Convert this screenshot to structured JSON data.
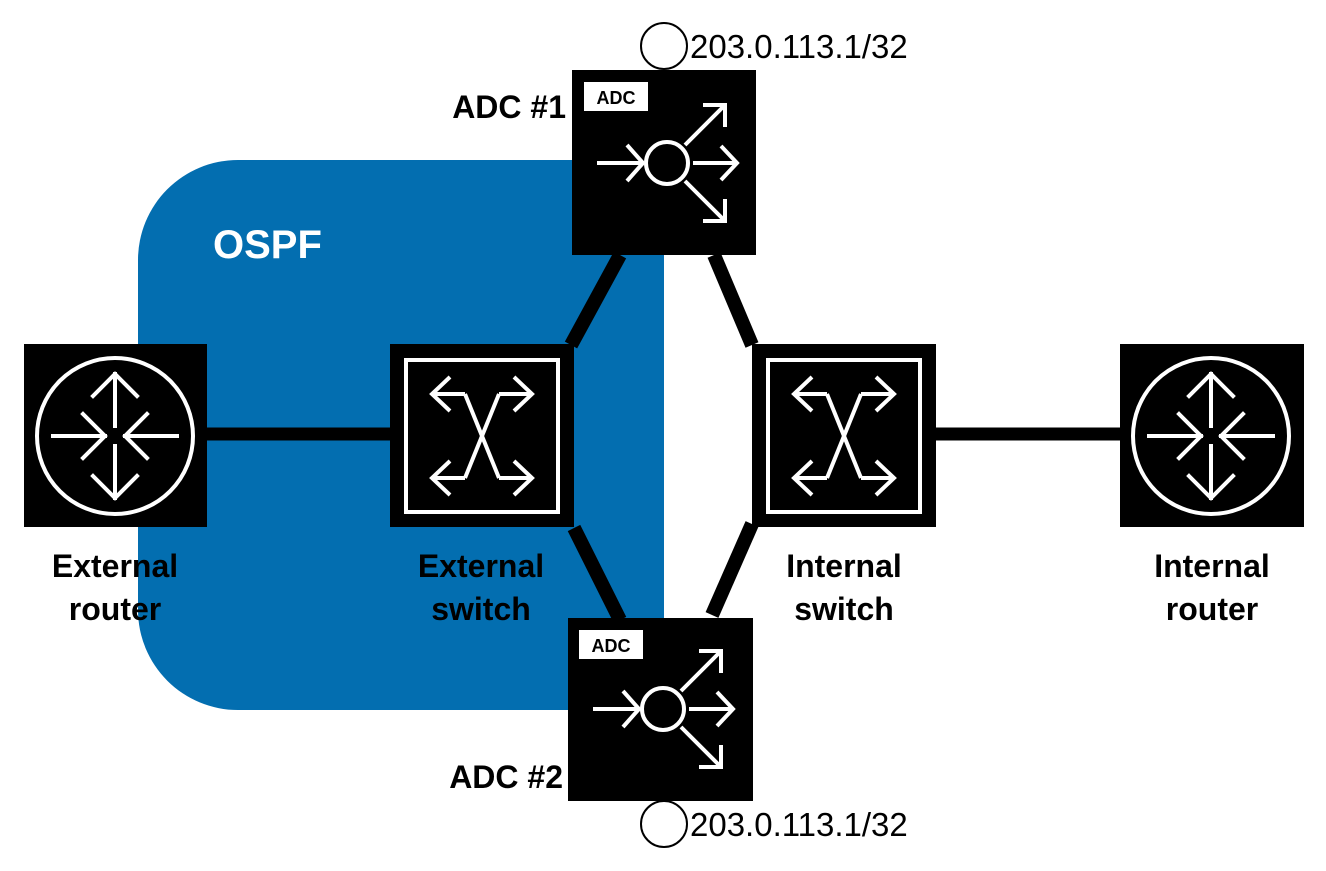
{
  "colors": {
    "ospf_region": "#036EB0",
    "device": "#000000",
    "glyph": "#ffffff",
    "link": "#000000"
  },
  "ospf": {
    "label": "OSPF"
  },
  "devices": {
    "external_router": {
      "line1": "External",
      "line2": "router",
      "icon": "router-icon"
    },
    "external_switch": {
      "line1": "External",
      "line2": "switch",
      "icon": "switch-icon"
    },
    "internal_switch": {
      "line1": "Internal",
      "line2": "switch",
      "icon": "switch-icon"
    },
    "internal_router": {
      "line1": "Internal",
      "line2": "router",
      "icon": "router-icon"
    },
    "adc1": {
      "label": "ADC #1",
      "badge": "ADC",
      "vip": "203.0.113.1/32",
      "icon": "load-balancer-icon"
    },
    "adc2": {
      "label": "ADC #2",
      "badge": "ADC",
      "vip": "203.0.113.1/32",
      "icon": "load-balancer-icon"
    }
  },
  "links": [
    {
      "from": "external_router",
      "to": "external_switch"
    },
    {
      "from": "external_switch",
      "to": "adc1"
    },
    {
      "from": "external_switch",
      "to": "adc2"
    },
    {
      "from": "adc1",
      "to": "internal_switch"
    },
    {
      "from": "adc2",
      "to": "internal_switch"
    },
    {
      "from": "internal_switch",
      "to": "internal_router"
    }
  ]
}
